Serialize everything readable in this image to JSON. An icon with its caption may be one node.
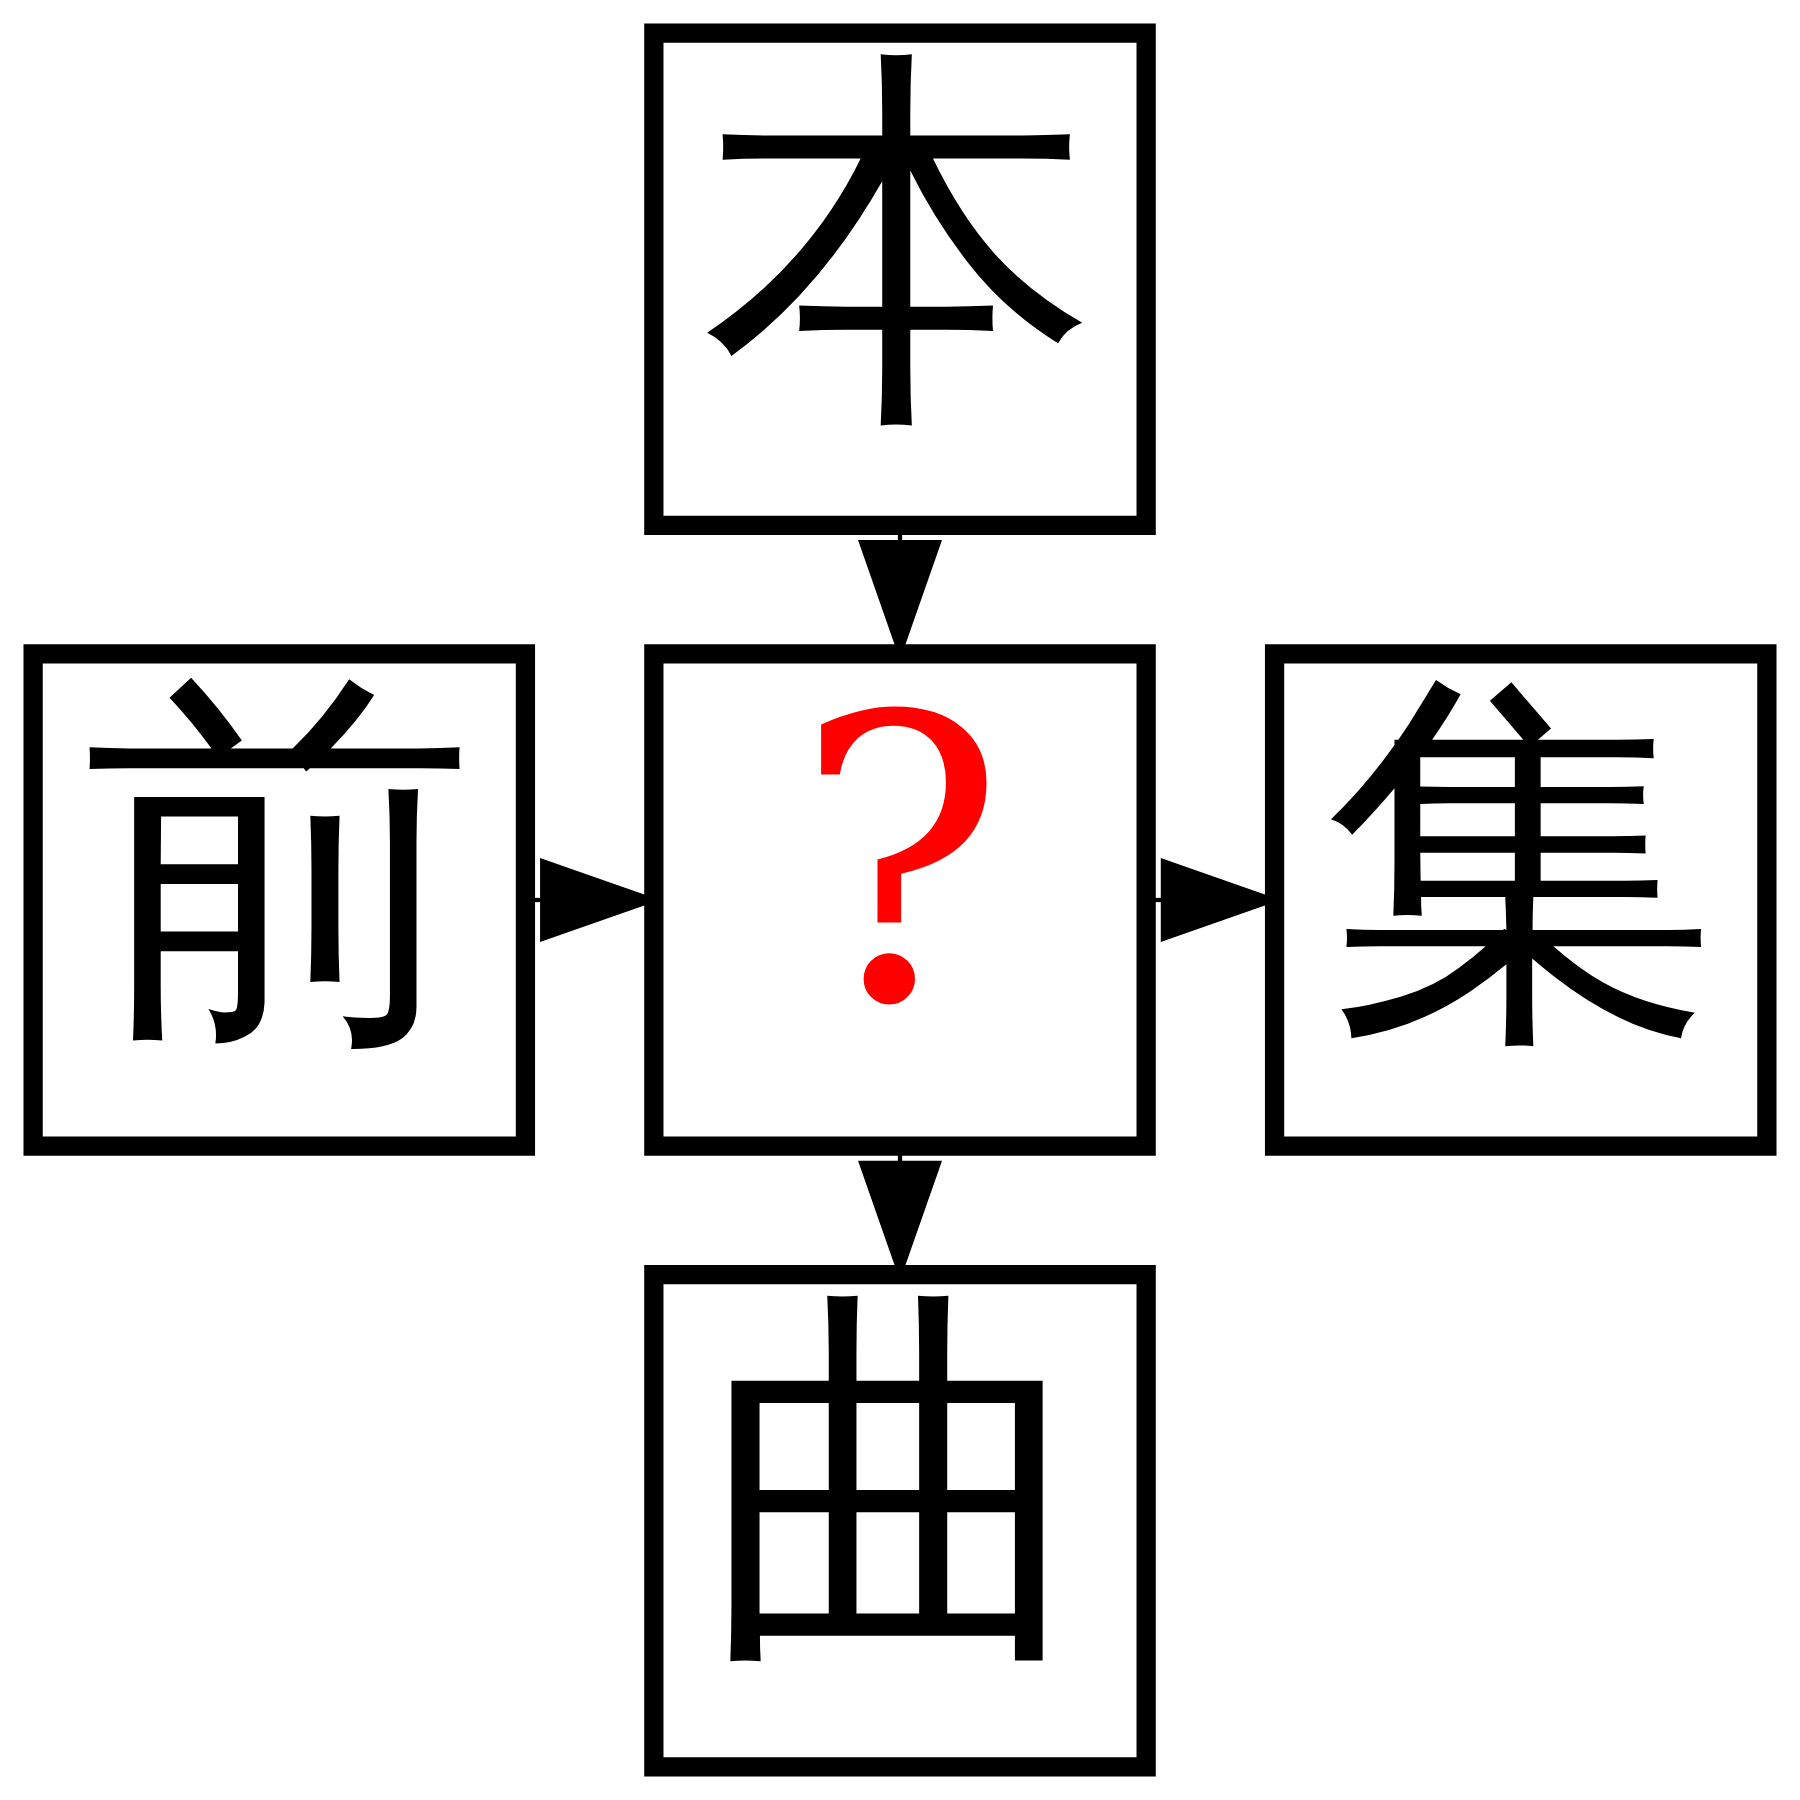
{
  "diagram": {
    "nodes": [
      {
        "text": [
          "本"
        ]
      },
      {
        "text": [
          "前"
        ]
      },
      {
        "text": [
          "?"
        ]
      },
      {
        "text": [
          "集"
        ]
      },
      {
        "text": [
          "曲"
        ]
      }
    ],
    "edges": [
      {
        "from": 0,
        "to": 2,
        "arrow": "to"
      },
      {
        "from": 1,
        "to": 2,
        "arrow": "to"
      },
      {
        "from": 2,
        "to": 3,
        "arrow": "to"
      },
      {
        "from": 2,
        "to": 4,
        "arrow": "to"
      }
    ]
  }
}
